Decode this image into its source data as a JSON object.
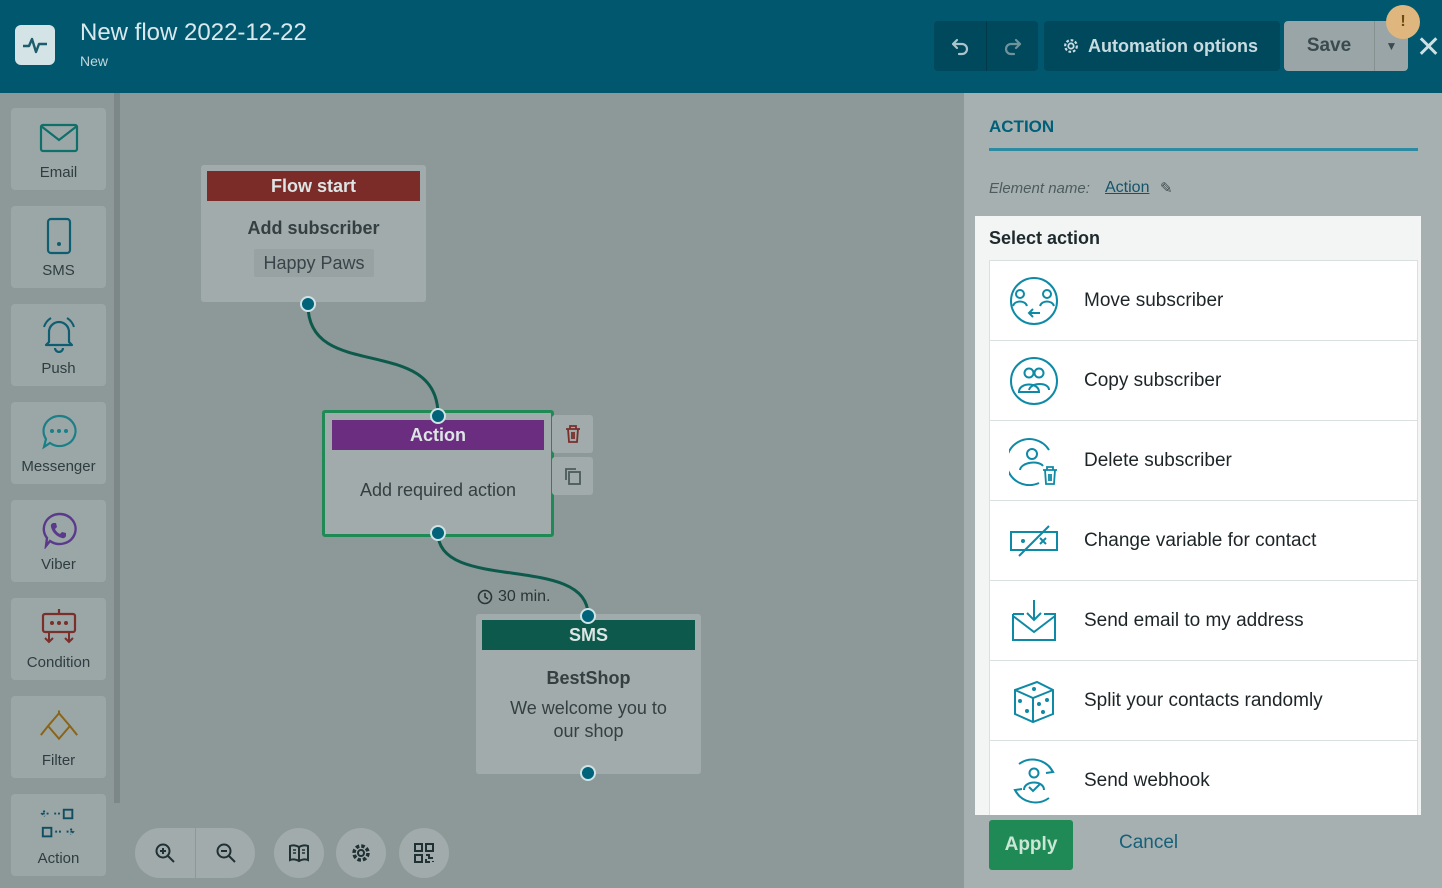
{
  "app": {
    "title": "New flow 2022-12-22",
    "status": "New",
    "logo_icon": "pulse-icon"
  },
  "toolbar": {
    "undo_icon": "undo-icon",
    "redo_icon": "redo-icon",
    "automation_options_label": "Automation options",
    "save_label": "Save",
    "warning_icon": "warning-icon",
    "close_icon": "close-icon"
  },
  "palette": {
    "items": [
      {
        "label": "Email",
        "icon": "envelope-icon"
      },
      {
        "label": "SMS",
        "icon": "phone-icon"
      },
      {
        "label": "Push",
        "icon": "bell-icon"
      },
      {
        "label": "Messenger",
        "icon": "chat-bubble-icon"
      },
      {
        "label": "Viber",
        "icon": "viber-icon"
      },
      {
        "label": "Condition",
        "icon": "condition-icon"
      },
      {
        "label": "Filter",
        "icon": "filter-icon"
      },
      {
        "label": "Action",
        "icon": "action-icon"
      }
    ]
  },
  "canvas": {
    "flow_start": {
      "header": "Flow start",
      "title": "Add subscriber",
      "tag": "Happy Paws",
      "header_color": "#7b2c28"
    },
    "action_node": {
      "header": "Action",
      "text": "Add required action",
      "header_color": "#6b2d80",
      "border_color": "#1f8a55"
    },
    "delay_label": "30 min.",
    "sms_node": {
      "header": "SMS",
      "title": "BestShop",
      "text": "We welcome you to our shop",
      "header_color": "#0d5a4c"
    },
    "tools": {
      "zoom_in_icon": "zoom-in-icon",
      "zoom_out_icon": "zoom-out-icon",
      "book_icon": "book-icon",
      "settings_icon": "gear-icon",
      "qr_icon": "qr-icon"
    }
  },
  "panel": {
    "section_title": "ACTION",
    "element_name_label": "Element name:",
    "element_name_value": "Action",
    "select_action_title": "Select action",
    "options": [
      {
        "label": "Move subscriber",
        "icon": "move-subscriber-icon"
      },
      {
        "label": "Copy subscriber",
        "icon": "copy-subscriber-icon"
      },
      {
        "label": "Delete subscriber",
        "icon": "delete-subscriber-icon"
      },
      {
        "label": "Change variable for contact",
        "icon": "change-variable-icon"
      },
      {
        "label": "Send email to my address",
        "icon": "email-inbox-icon"
      },
      {
        "label": "Split your contacts randomly",
        "icon": "dice-icon"
      },
      {
        "label": "Send webhook",
        "icon": "webhook-icon"
      }
    ],
    "apply_label": "Apply",
    "cancel_label": "Cancel"
  }
}
